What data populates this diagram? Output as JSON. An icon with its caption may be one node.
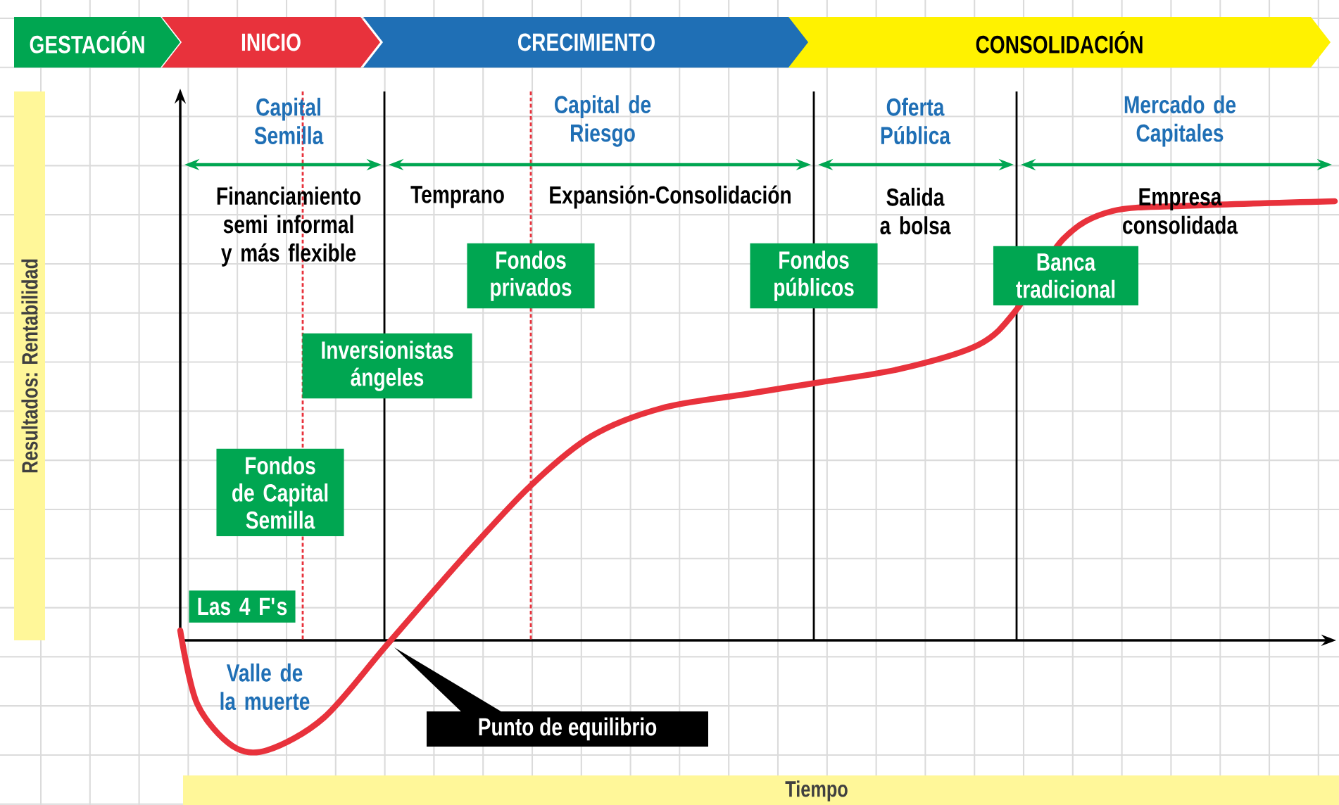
{
  "diagram": {
    "nodes": [
      {
        "text": [
          "GESTACIÓN"
        ]
      },
      {
        "text": [
          "INICIO"
        ]
      },
      {
        "text": [
          "CRECIMIENTO"
        ]
      },
      {
        "text": [
          "CONSOLIDACIÓN"
        ]
      },
      {
        "text": [
          "Las 4 F's"
        ]
      },
      {
        "text": [
          "Fondos de Capital Semilla"
        ]
      },
      {
        "text": [
          "Inversionistas ángeles"
        ]
      },
      {
        "text": [
          "Fondos privados"
        ]
      },
      {
        "text": [
          "Fondos públicos"
        ]
      },
      {
        "text": [
          "Banca tradicional"
        ]
      },
      {
        "text": [
          "Punto de equilibrio"
        ]
      }
    ],
    "edges": [],
    "labels": [
      "Capital Semilla",
      "Capital de Riesgo",
      "Oferta Pública",
      "Mercado de Capitales",
      "Financiamiento semi informal y más flexible",
      "Temprano",
      "Expansión-Consolidación",
      "Salida a bolsa",
      "Empresa consolidada",
      "Resultados: Rentabilidad",
      "Valle de la muerte",
      "Tiempo"
    ]
  }
}
